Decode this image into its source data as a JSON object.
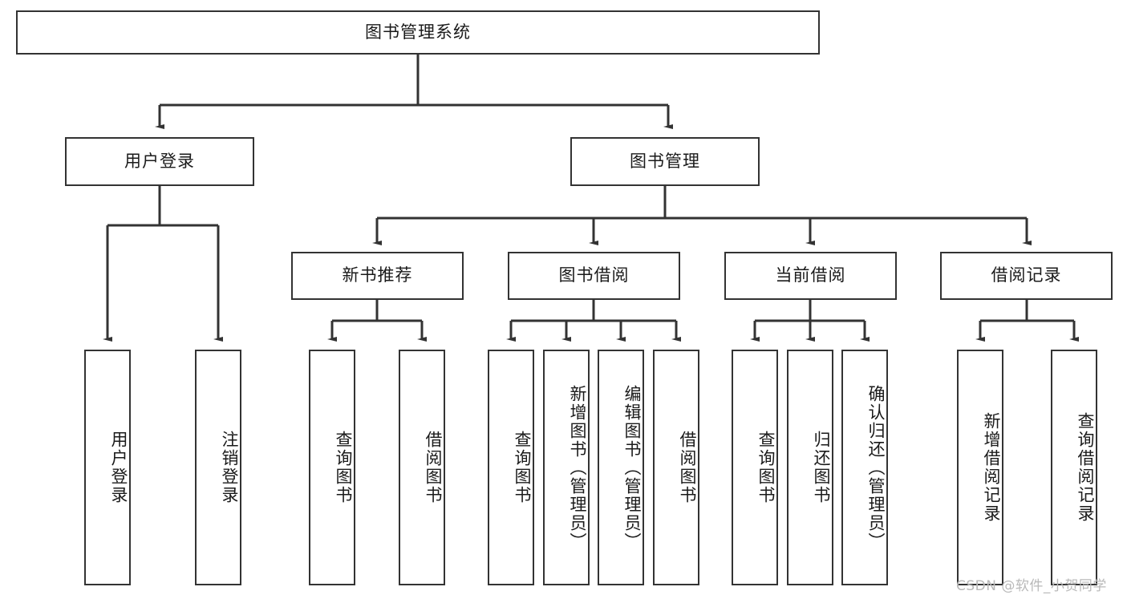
{
  "diagram": {
    "title_node": {
      "label": "图书管理系统"
    },
    "level2": [
      {
        "label": "用户登录"
      },
      {
        "label": "图书管理"
      }
    ],
    "level3": [
      {
        "label": "新书推荐"
      },
      {
        "label": "图书借阅"
      },
      {
        "label": "当前借阅"
      },
      {
        "label": "借阅记录"
      }
    ],
    "leaves": {
      "user_login": [
        {
          "label": "用户登录"
        },
        {
          "label": "注销登录"
        }
      ],
      "new_book_recommend": [
        {
          "label": "查询图书"
        },
        {
          "label": "借阅图书"
        }
      ],
      "book_borrow": [
        {
          "label": "查询图书"
        },
        {
          "label": "新增图书（管理员）"
        },
        {
          "label": "编辑图书（管理员）"
        },
        {
          "label": "借阅图书"
        }
      ],
      "current_borrow": [
        {
          "label": "查询图书"
        },
        {
          "label": "归还图书"
        },
        {
          "label": "确认归还（管理员）"
        }
      ],
      "borrow_record": [
        {
          "label": "新增借阅记录"
        },
        {
          "label": "查询借阅记录"
        }
      ]
    },
    "watermark": {
      "text": "CSDN @软件_小贺同学"
    },
    "colors": {
      "stroke": "#333333",
      "background": "#ffffff",
      "text": "#1a1a1a",
      "watermark": "#b9b9b9"
    }
  }
}
